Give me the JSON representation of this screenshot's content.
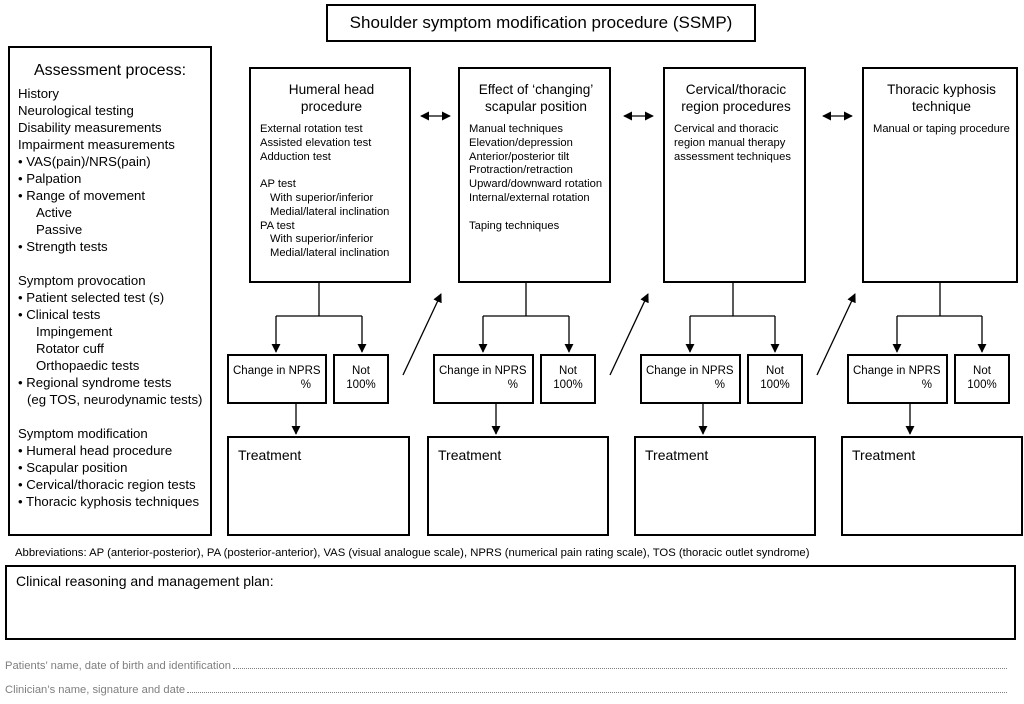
{
  "title": "Shoulder symptom modification procedure (SSMP)",
  "assessment": {
    "heading": "Assessment process:",
    "history": "History",
    "neuro": "Neurological testing",
    "disability": "Disability measurements",
    "impairment": "Impairment measurements",
    "vas": "VAS(pain)/NRS(pain)",
    "palpation": "Palpation",
    "rom": "Range of movement",
    "active": "Active",
    "passive": "Passive",
    "strength": "Strength tests",
    "provocation": "Symptom provocation",
    "patient_test": "Patient selected test (s)",
    "clinical": "Clinical tests",
    "impingement": "Impingement",
    "rotator": "Rotator cuff",
    "ortho": "Orthopaedic tests",
    "regional": "Regional syndrome tests",
    "regional_eg": "(eg TOS, neurodynamic tests)",
    "modification": "Symptom modification",
    "mod_humeral": "Humeral head procedure",
    "mod_scapular": "Scapular position",
    "mod_cervical": "Cervical/thoracic region tests",
    "mod_thoracic": "Thoracic kyphosis techniques"
  },
  "humeral": {
    "title1": "Humeral head",
    "title2": "procedure",
    "l1": "External rotation test",
    "l2": "Assisted elevation test",
    "l3": "Adduction test",
    "l4": "AP test",
    "l5": "With superior/inferior",
    "l6": "Medial/lateral inclination",
    "l7": "PA test",
    "l8": "With superior/inferior",
    "l9": "Medial/lateral inclination"
  },
  "scapular": {
    "title1": "Effect of ‘changing’",
    "title2": "scapular position",
    "l1": "Manual techniques",
    "l2": "Elevation/depression",
    "l3": "Anterior/posterior tilt",
    "l4": "Protraction/retraction",
    "l5": "Upward/downward rotation",
    "l6": "Internal/external rotation",
    "l7": "Taping techniques"
  },
  "cervical": {
    "title1": "Cervical/thoracic",
    "title2": "region procedures",
    "l1": "Cervical and thoracic",
    "l2": "region manual therapy",
    "l3": "assessment techniques"
  },
  "kyphosis": {
    "title1": "Thoracic kyphosis",
    "title2": "technique",
    "l1": "Manual or taping procedure"
  },
  "result": {
    "change": "Change in NPRS",
    "pct": "%",
    "not1": "Not",
    "not2": "100%",
    "treatment": "Treatment"
  },
  "abbreviations": "Abbreviations: AP (anterior-posterior), PA (posterior-anterior), VAS (visual analogue scale), NPRS (numerical pain rating scale), TOS (thoracic outlet syndrome)",
  "clinical_plan": "Clinical reasoning and management plan:",
  "patient_line": "Patients’ name, date of birth and identification",
  "clinician_line": "Clinician’s name, signature and date"
}
